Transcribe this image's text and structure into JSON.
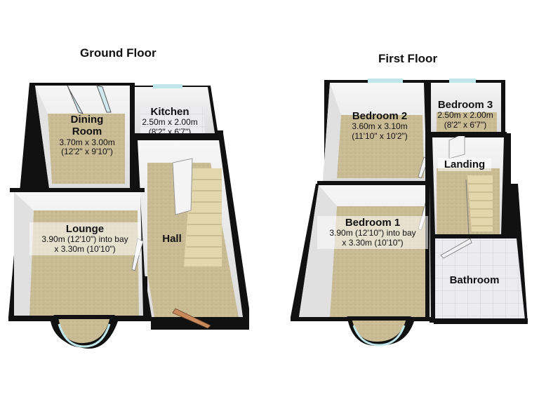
{
  "floors": [
    {
      "title": "Ground Floor",
      "rooms": [
        {
          "name": "Dining Room",
          "name_line1": "Dining",
          "name_line2": "Room",
          "dim1": "3.70m x 3.00m",
          "dim2": "(12'2\" x 9'10\")"
        },
        {
          "name": "Kitchen",
          "dim1": "2.50m x 2.00m",
          "dim2": "(8'2\" x 6'7\")"
        },
        {
          "name": "Lounge",
          "dim1": "3.90m (12'10\") into bay",
          "dim2": "x 3.30m (10'10\")"
        },
        {
          "name": "Hall"
        }
      ]
    },
    {
      "title": "First Floor",
      "rooms": [
        {
          "name": "Bedroom 2",
          "dim1": "3.60m x 3.10m",
          "dim2": "(11'10\" x 10'2\")"
        },
        {
          "name": "Bedroom 3",
          "dim1": "2.50m x 2.00m",
          "dim2": "(8'2\" x 6'7\")"
        },
        {
          "name": "Landing"
        },
        {
          "name": "Bedroom 1",
          "dim1": "3.90m (12'10\") into bay",
          "dim2": "x 3.30m (10'10\")"
        },
        {
          "name": "Bathroom"
        }
      ]
    }
  ],
  "colors": {
    "wall": "#111111",
    "carpet": "#c9bb94",
    "wall_inner": "#f0f0f0",
    "tile": "#e8e8ee",
    "window": "#bfe6e8",
    "stair": "#e2d6ad"
  }
}
